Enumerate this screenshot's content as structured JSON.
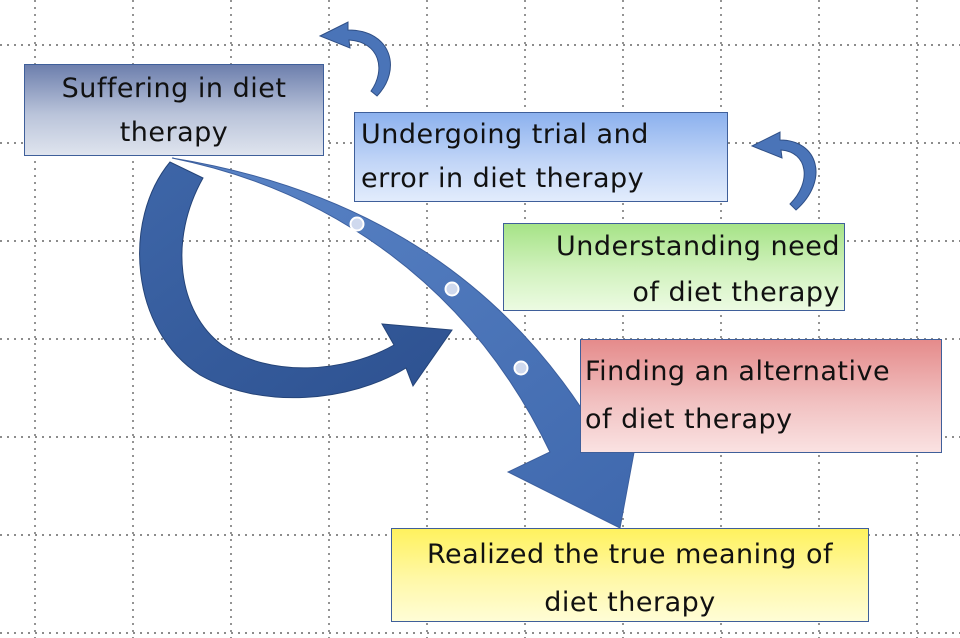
{
  "steps": [
    {
      "line1": "Suffering in diet",
      "line2": "therapy"
    },
    {
      "line1": "Undergoing trial and",
      "line2": "error in diet therapy"
    },
    {
      "line1": "Understanding need",
      "line2": "of diet therapy"
    },
    {
      "line1": "Finding an alternative",
      "line2": "of diet therapy"
    },
    {
      "line1": "Realized the true meaning of",
      "line2": "diet therapy"
    }
  ],
  "colors": {
    "arrow": "#4a74b8",
    "arrow_dark": "#2f4f86",
    "grid": "#555555"
  }
}
